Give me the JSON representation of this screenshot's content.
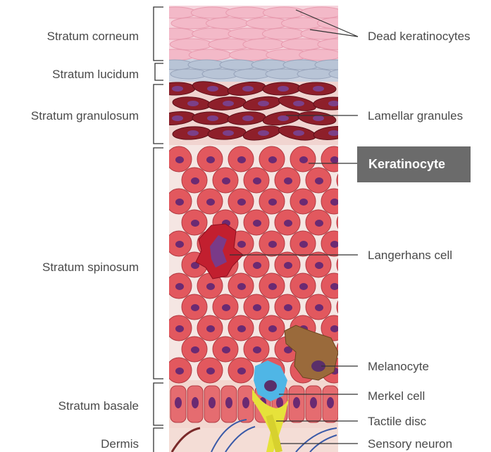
{
  "layers": [
    {
      "name": "Stratum corneum"
    },
    {
      "name": "Stratum lucidum"
    },
    {
      "name": "Stratum granulosum"
    },
    {
      "name": "Stratum spinosum"
    },
    {
      "name": "Stratum basale"
    },
    {
      "name": "Dermis"
    }
  ],
  "structures": [
    {
      "name": "Dead keratinocytes"
    },
    {
      "name": "Lamellar granules"
    },
    {
      "name": "Keratinocyte",
      "highlighted": true
    },
    {
      "name": "Langerhans cell"
    },
    {
      "name": "Melanocyte"
    },
    {
      "name": "Merkel cell"
    },
    {
      "name": "Tactile disc"
    },
    {
      "name": "Sensory neuron"
    }
  ],
  "colors": {
    "corneum": "#f3b9c8",
    "lucidum": "#b8c4d6",
    "granulosum": "#8e1f2a",
    "spinosum_cell": "#e2585e",
    "nucleus": "#6b2a72",
    "langerhans": "#c21f2f",
    "melanocyte": "#9a6a3b",
    "merkel": "#4fb6e6",
    "tactile": "#e6e23a",
    "highlight_bg": "#6b6b6b",
    "label_text": "#4a4a4a"
  }
}
